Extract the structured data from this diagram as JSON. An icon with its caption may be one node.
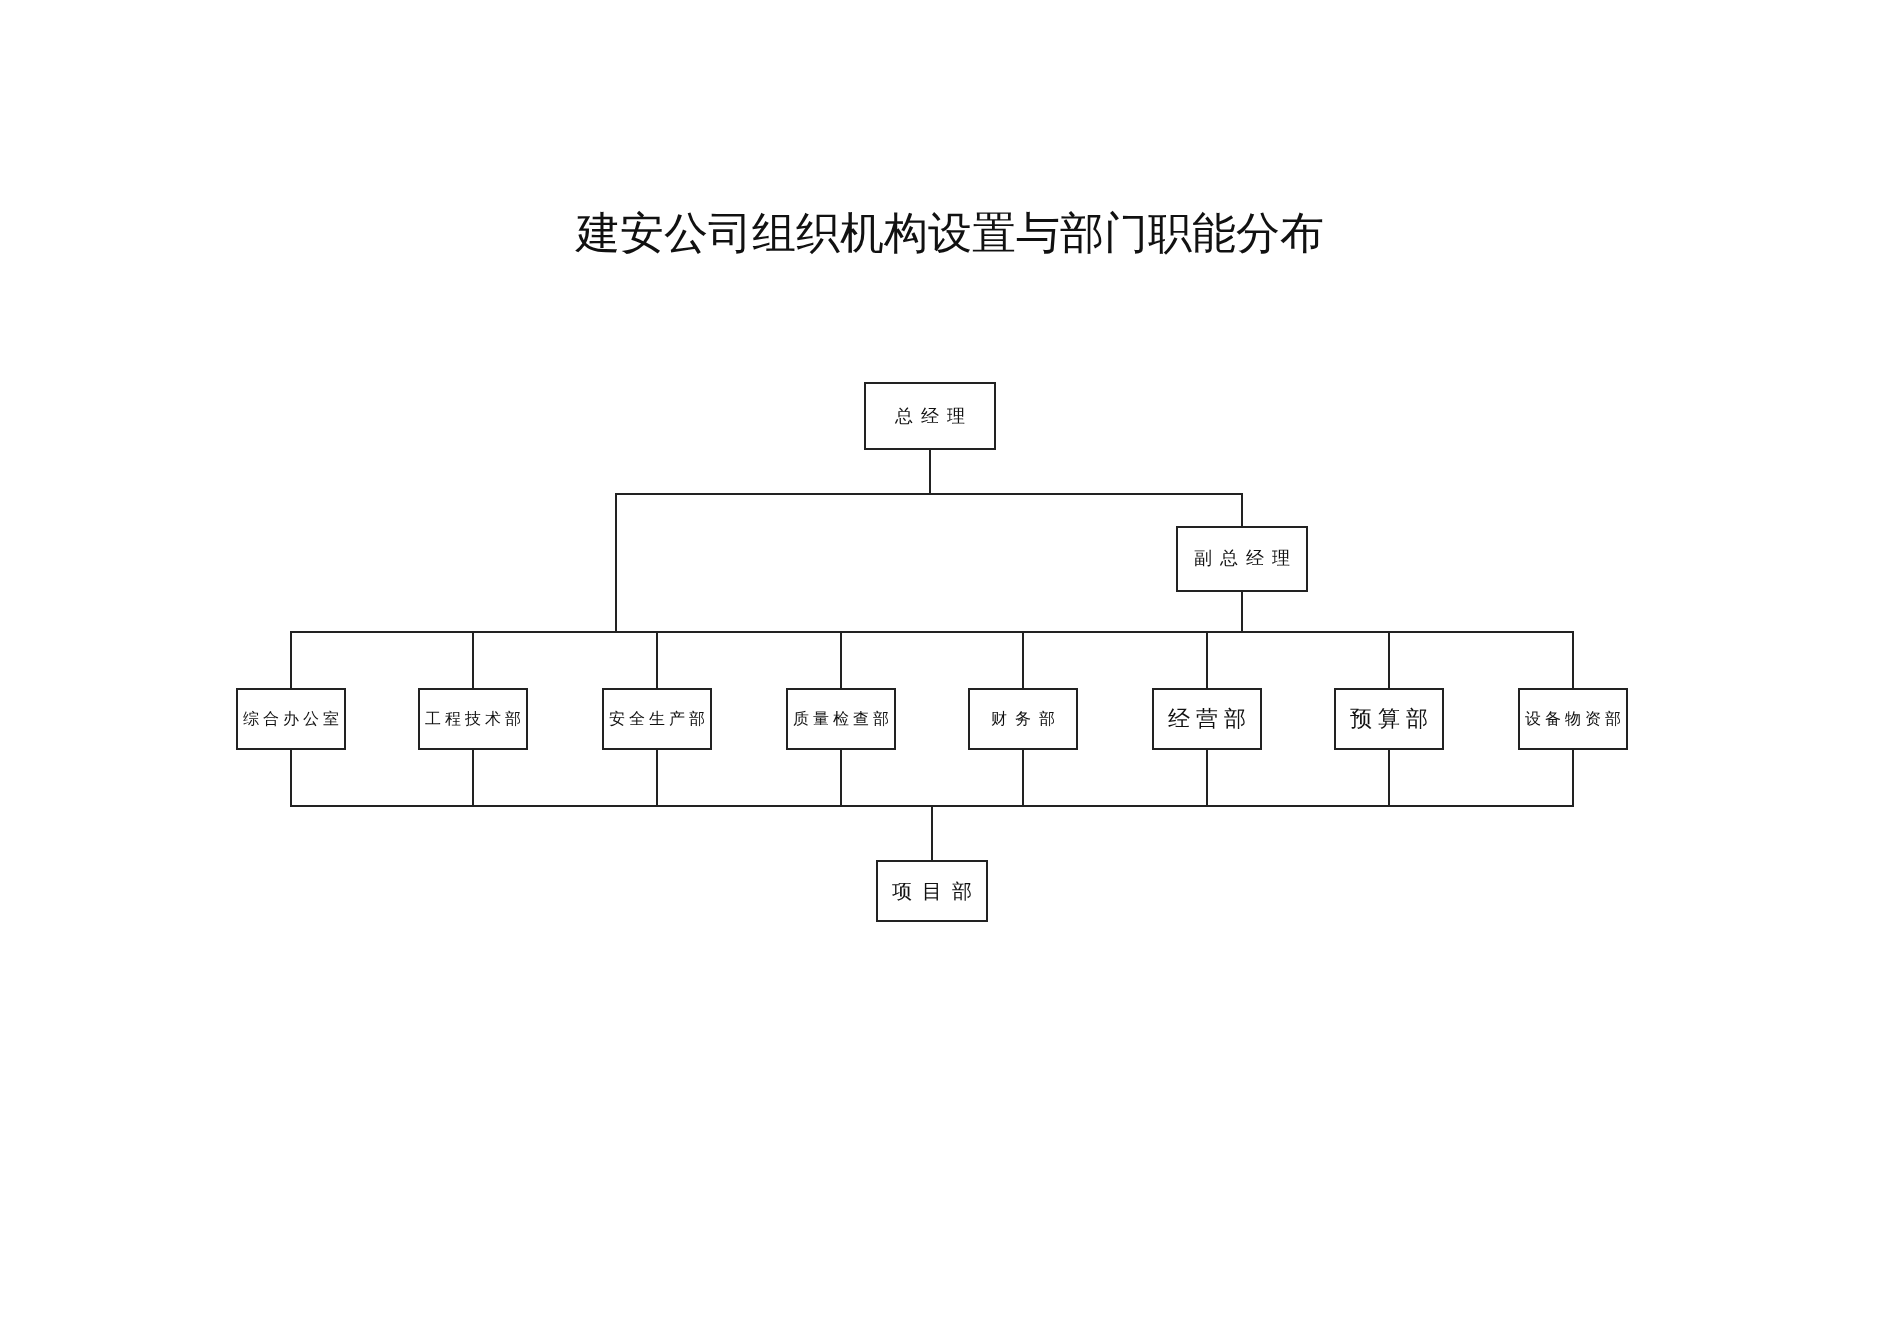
{
  "diagram": {
    "title": "建安公司组织机构设置与部门职能分布",
    "nodes": [
      {
        "text": [
          "总经理"
        ]
      },
      {
        "text": [
          "副总经理"
        ]
      },
      {
        "text": [
          "综合办公室"
        ]
      },
      {
        "text": [
          "工程技术部"
        ]
      },
      {
        "text": [
          "安全生产部"
        ]
      },
      {
        "text": [
          "质量检查部"
        ]
      },
      {
        "text": [
          "财务部"
        ]
      },
      {
        "text": [
          "经营部"
        ]
      },
      {
        "text": [
          "预算部"
        ]
      },
      {
        "text": [
          "设备物资部"
        ]
      },
      {
        "text": [
          "项目部"
        ]
      }
    ],
    "edges": [
      {
        "from": 0,
        "to": 1,
        "arrow": "none"
      },
      {
        "from": 0,
        "to": 2,
        "arrow": "none"
      },
      {
        "from": 0,
        "to": 3,
        "arrow": "none"
      },
      {
        "from": 0,
        "to": 4,
        "arrow": "none"
      },
      {
        "from": 0,
        "to": 5,
        "arrow": "none"
      },
      {
        "from": 0,
        "to": 6,
        "arrow": "none"
      },
      {
        "from": 0,
        "to": 7,
        "arrow": "none"
      },
      {
        "from": 0,
        "to": 8,
        "arrow": "none"
      },
      {
        "from": 0,
        "to": 9,
        "arrow": "none"
      },
      {
        "from": 1,
        "to": 2,
        "arrow": "none"
      },
      {
        "from": 1,
        "to": 3,
        "arrow": "none"
      },
      {
        "from": 1,
        "to": 4,
        "arrow": "none"
      },
      {
        "from": 1,
        "to": 5,
        "arrow": "none"
      },
      {
        "from": 1,
        "to": 6,
        "arrow": "none"
      },
      {
        "from": 1,
        "to": 7,
        "arrow": "none"
      },
      {
        "from": 1,
        "to": 8,
        "arrow": "none"
      },
      {
        "from": 1,
        "to": 9,
        "arrow": "none"
      },
      {
        "from": 2,
        "to": 10,
        "arrow": "none"
      },
      {
        "from": 3,
        "to": 10,
        "arrow": "none"
      },
      {
        "from": 4,
        "to": 10,
        "arrow": "none"
      },
      {
        "from": 5,
        "to": 10,
        "arrow": "none"
      },
      {
        "from": 6,
        "to": 10,
        "arrow": "none"
      },
      {
        "from": 7,
        "to": 10,
        "arrow": "none"
      },
      {
        "from": 8,
        "to": 10,
        "arrow": "none"
      },
      {
        "from": 9,
        "to": 10,
        "arrow": "none"
      }
    ]
  }
}
